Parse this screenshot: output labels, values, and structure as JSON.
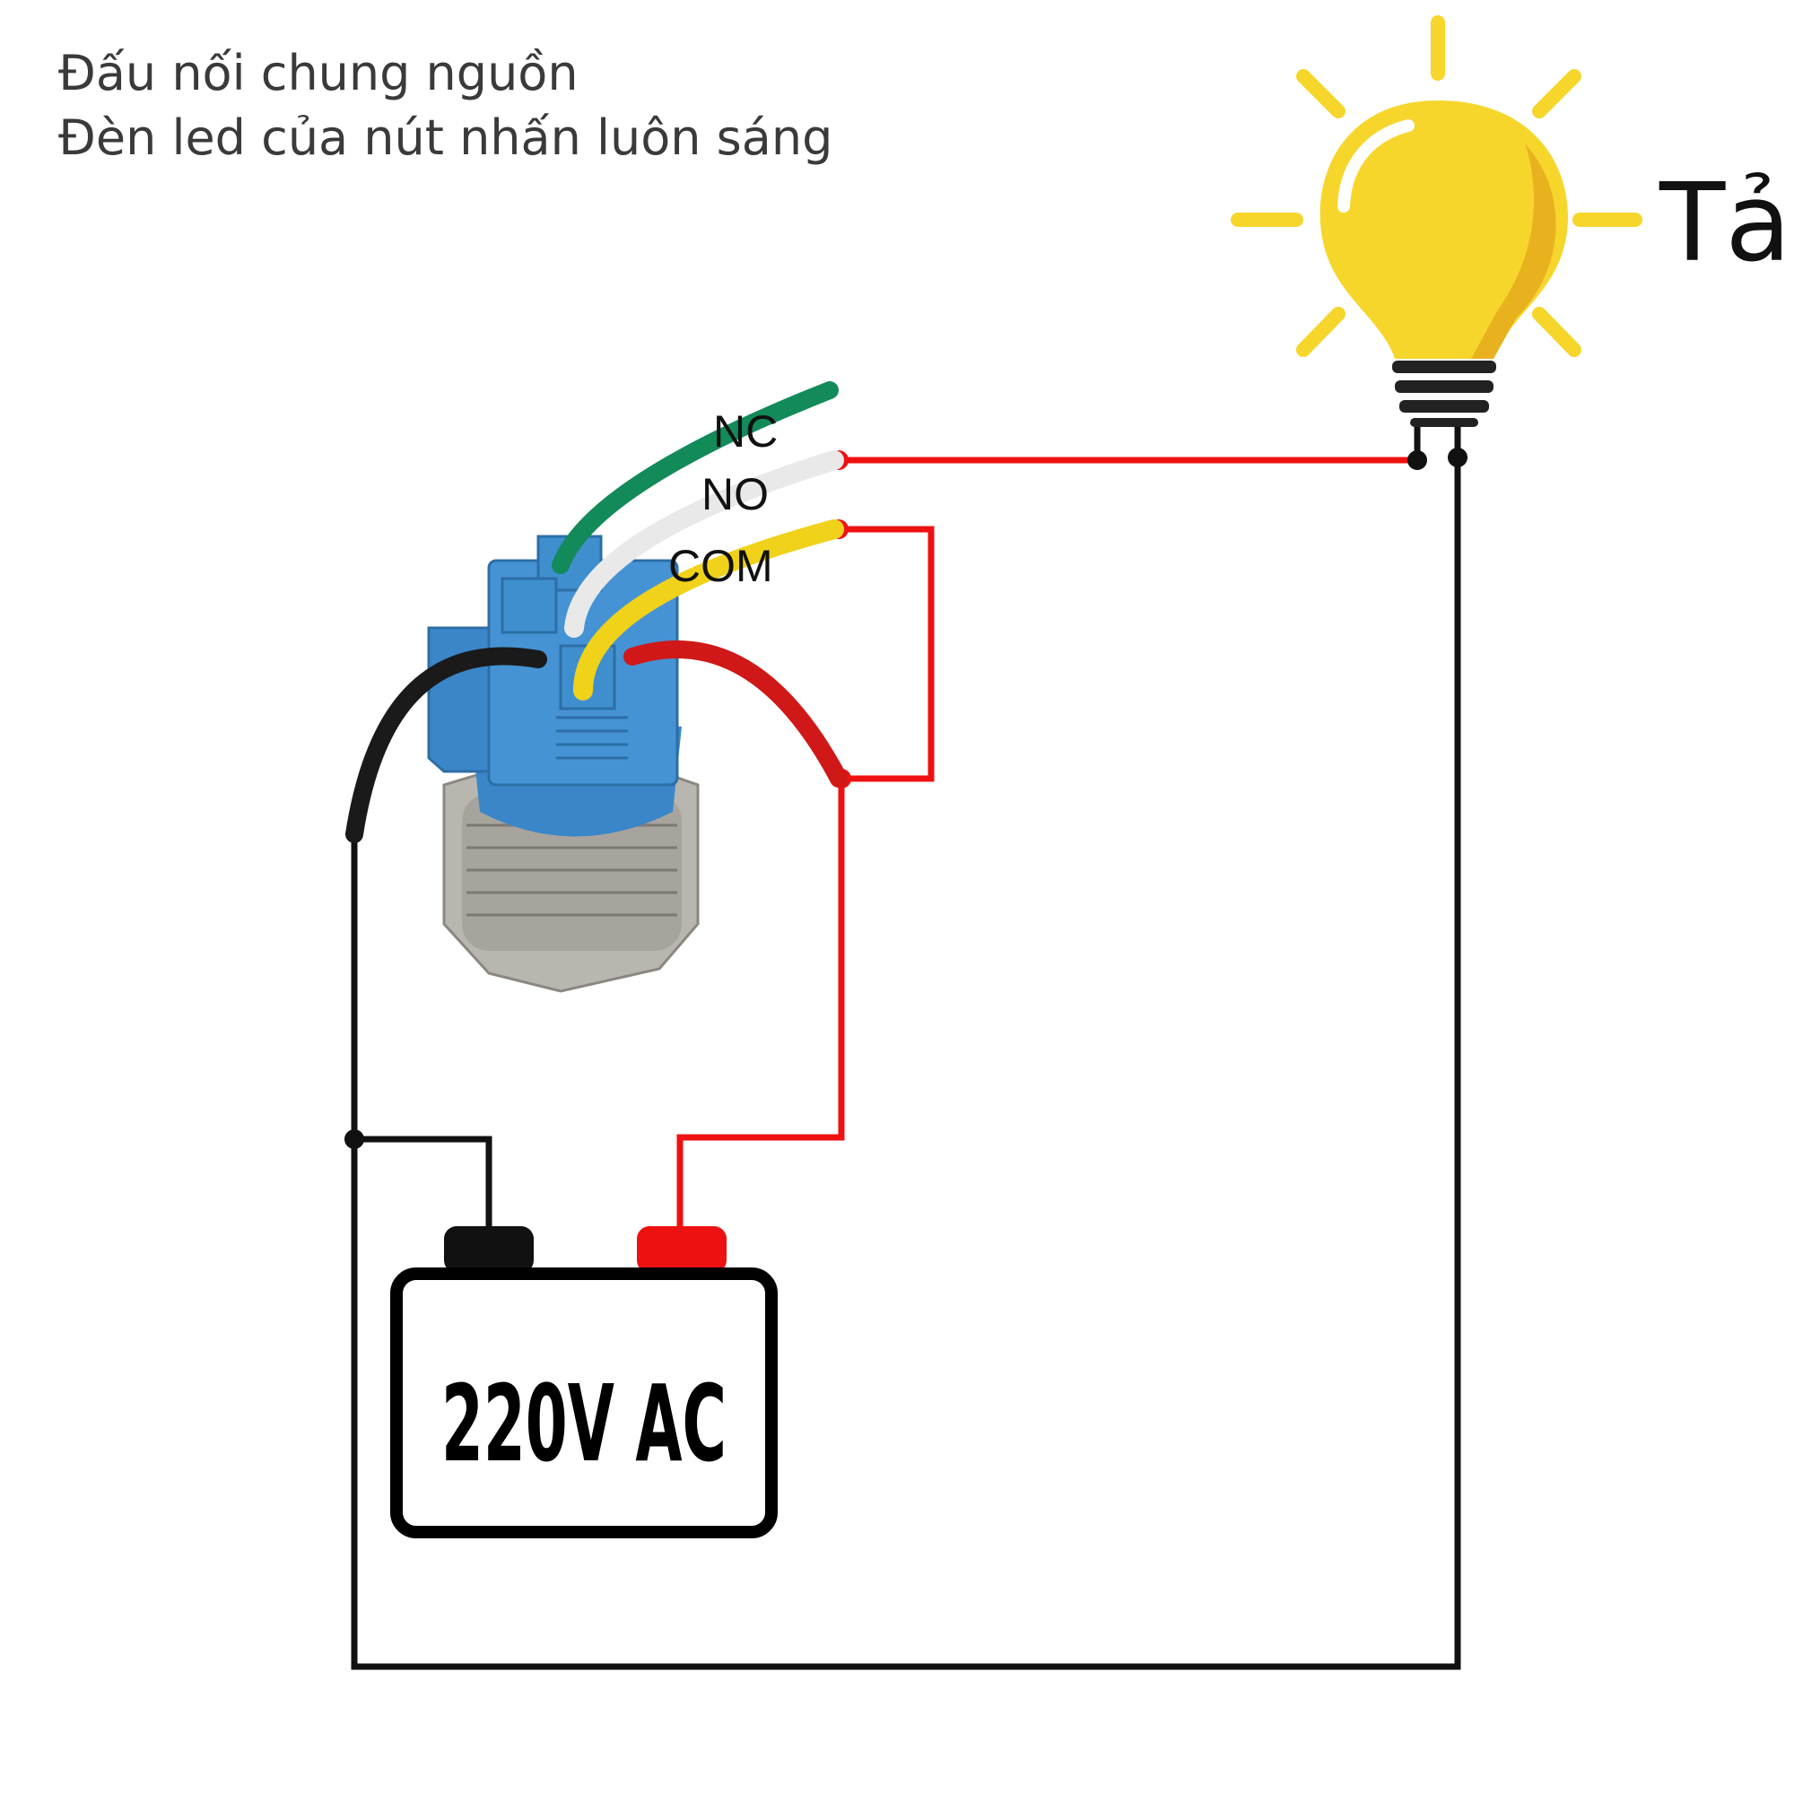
{
  "caption": {
    "line1": "Đấu nối chung nguồn",
    "line2": "Đèn led của nút nhấn luôn sáng"
  },
  "switch": {
    "pins": {
      "nc": "NC",
      "no": "NO",
      "com": "COM"
    }
  },
  "load": {
    "label": "Tải"
  },
  "power_supply": {
    "label": "220V AC"
  },
  "colors": {
    "live_wire": "#ee1111",
    "neutral_wire": "#111111",
    "bulb": "#f7d62c",
    "switch_body": "#3f8fcf",
    "wire_nc": "#128a5a",
    "wire_no": "#f2f2f2",
    "wire_com": "#f0d21a",
    "wire_led_plus": "#d01818",
    "wire_led_minus": "#1a1a1a"
  }
}
